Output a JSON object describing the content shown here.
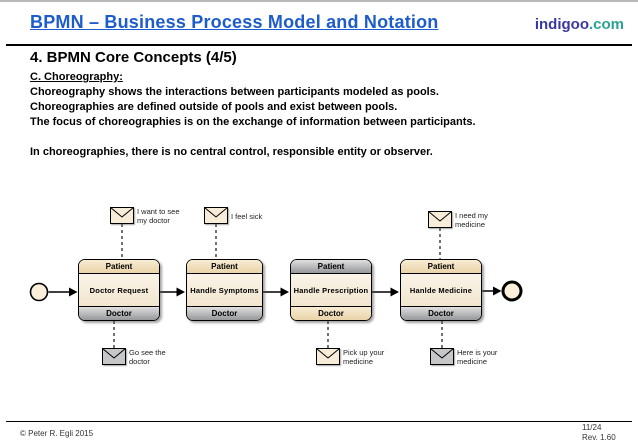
{
  "header": {
    "title": "BPMN – Business Process Model and Notation",
    "brand_name": "indigoo",
    "brand_tld": ".com"
  },
  "content": {
    "section_title": "4. BPMN Core Concepts (4/5)",
    "subsection": "C. Choreography:",
    "paragraphs": [
      "Choreography shows the interactions between participants modeled as pools.",
      "Choreographies are defined outside of pools and exist between pools.",
      "The focus of choreographies is on the exchange of information between participants."
    ],
    "note": "In choreographies, there is no central control, responsible entity or observer."
  },
  "diagram": {
    "start_event": "start-event",
    "end_event": "end-event",
    "tasks": [
      {
        "name": "Doctor Request",
        "top_participant": "Patient",
        "bottom_participant": "Doctor",
        "top_shaded": false,
        "bottom_shaded": true
      },
      {
        "name": "Handle Symptoms",
        "top_participant": "Patient",
        "bottom_participant": "Doctor",
        "top_shaded": false,
        "bottom_shaded": true
      },
      {
        "name": "Handle Prescription",
        "top_participant": "Patient",
        "bottom_participant": "Doctor",
        "top_shaded": true,
        "bottom_shaded": false
      },
      {
        "name": "Hanlde Medicine",
        "top_participant": "Patient",
        "bottom_participant": "Doctor",
        "top_shaded": false,
        "bottom_shaded": true
      }
    ],
    "messages_top": [
      {
        "icon": "envelope-icon",
        "shaded": false,
        "lines": [
          "I want to see",
          "my doctor"
        ]
      },
      {
        "icon": "envelope-icon",
        "shaded": false,
        "lines": [
          "I feel sick"
        ]
      },
      {
        "icon": "envelope-icon",
        "shaded": false,
        "lines": [
          "I need my",
          "medicine"
        ]
      }
    ],
    "messages_bottom": [
      {
        "icon": "envelope-icon",
        "shaded": true,
        "lines": [
          "Go see the",
          "doctor"
        ]
      },
      {
        "icon": "envelope-icon",
        "shaded": false,
        "lines": [
          "Pick up your",
          "medicine"
        ]
      },
      {
        "icon": "envelope-icon",
        "shaded": true,
        "lines": [
          "Here is your",
          "medicine"
        ]
      }
    ]
  },
  "footer": {
    "copyright": "© Peter R. Egli 2015",
    "page": "11/24",
    "revision": "Rev. 1.60"
  },
  "colors": {
    "header_blue": "#1d5ccc",
    "brand_indigo": "#3a39a0",
    "brand_teal": "#2aa394",
    "cream_band_top": "#f8ecd3",
    "cream_band_bottom": "#e9d3a9",
    "task_mid_top": "#fdfaf4",
    "task_mid_bottom": "#efdfc2",
    "gray_band_top": "#e0e0e0",
    "gray_band_bottom": "#96979a",
    "envelope_cream": "#f6ecd8",
    "envelope_gray": "#c6c7c9",
    "event_fill": "#f9efda"
  }
}
